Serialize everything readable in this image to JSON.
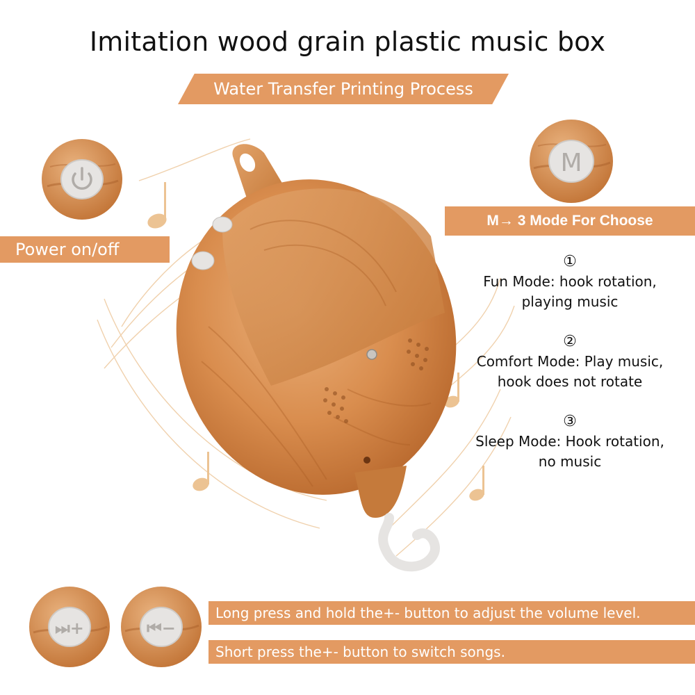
{
  "title": "Imitation wood grain plastic music box",
  "subtitle": "Water Transfer Printing Process",
  "power": {
    "label": "Power on/off"
  },
  "mode": {
    "heading": "M→ 3 Mode For Choose",
    "button_letter": "M",
    "items": [
      {
        "num": "①",
        "line1": "Fun Mode: hook rotation,",
        "line2": "playing music"
      },
      {
        "num": "②",
        "line1": "Comfort Mode: Play music,",
        "line2": "hook does not rotate"
      },
      {
        "num": "③",
        "line1": "Sleep Mode: Hook rotation,",
        "line2": "no music"
      }
    ]
  },
  "buttons": {
    "next_glyph": "⏭+",
    "prev_glyph": "⏮−"
  },
  "instructions": {
    "volume": "Long press and hold the+- button to adjust the volume level.",
    "songs": "Short press the+- button to switch songs."
  },
  "icons": {
    "power": "power-icon",
    "mode": "mode-m-icon",
    "next_plus": "next-plus-icon",
    "prev_minus": "prev-minus-icon"
  },
  "colors": {
    "accent": "#e39a62",
    "wood_light": "#e8b07a",
    "wood_dark": "#b86a2e",
    "button_gray": "#e6e4e2"
  }
}
